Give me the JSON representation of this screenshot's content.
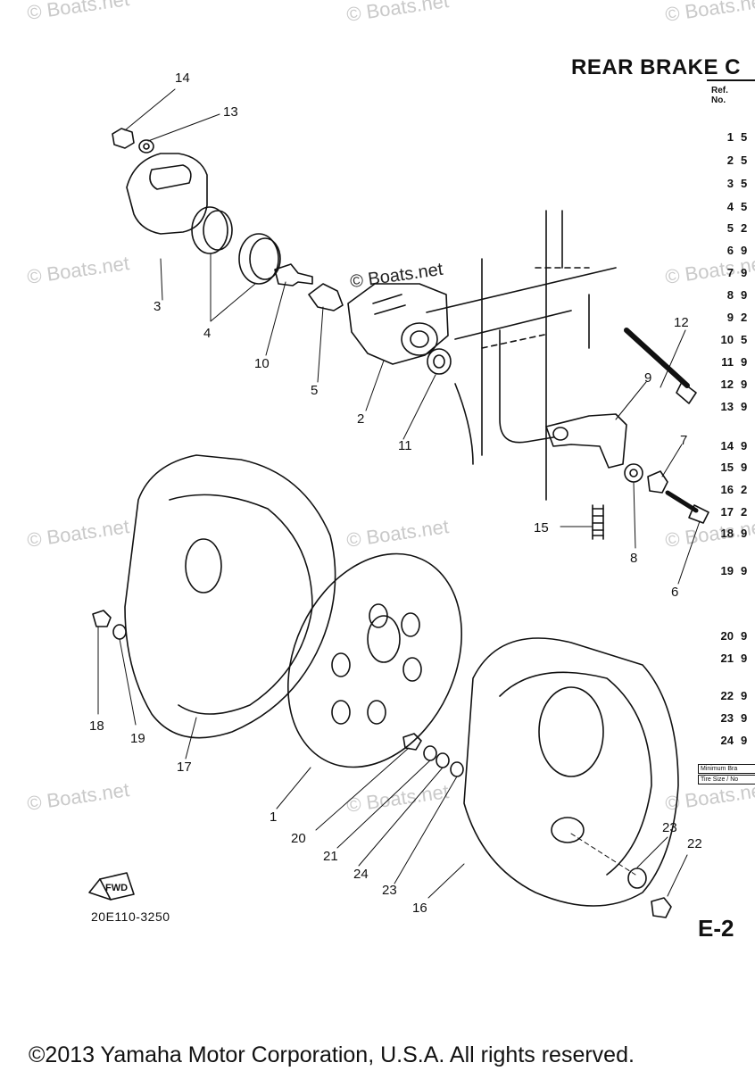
{
  "watermark": "© Boats.net",
  "title": "REAR BRAKE C",
  "ref_header": [
    "Ref.",
    "No."
  ],
  "ref_rows": [
    {
      "n": "1",
      "p": "5"
    },
    {
      "n": "2",
      "p": "5"
    },
    {
      "n": "3",
      "p": "5"
    },
    {
      "n": "4",
      "p": "5"
    },
    {
      "n": "5",
      "p": "2"
    },
    {
      "n": "6",
      "p": "9"
    },
    {
      "n": "7",
      "p": "9"
    },
    {
      "n": "8",
      "p": "9"
    },
    {
      "n": "9",
      "p": "2"
    },
    {
      "n": "10",
      "p": "5"
    },
    {
      "n": "11",
      "p": "9"
    },
    {
      "n": "12",
      "p": "9"
    },
    {
      "n": "13",
      "p": "9"
    },
    {
      "n": "14",
      "p": "9"
    },
    {
      "n": "15",
      "p": "9"
    },
    {
      "n": "16",
      "p": "2"
    },
    {
      "n": "17",
      "p": "2"
    },
    {
      "n": "18",
      "p": "9"
    },
    {
      "n": "19",
      "p": "9"
    },
    {
      "n": "20",
      "p": "9"
    },
    {
      "n": "21",
      "p": "9"
    },
    {
      "n": "22",
      "p": "9"
    },
    {
      "n": "23",
      "p": "9"
    },
    {
      "n": "24",
      "p": "9"
    }
  ],
  "notes": [
    "Minimum Bra",
    "Tire Size / No"
  ],
  "callouts": [
    "14",
    "13",
    "3",
    "4",
    "10",
    "5",
    "2",
    "11",
    "12",
    "9",
    "7",
    "15",
    "8",
    "6",
    "18",
    "19",
    "17",
    "1",
    "20",
    "21",
    "24",
    "23",
    "16",
    "23",
    "22"
  ],
  "fwd_label": "FWD",
  "drawing_code": "20E110-3250",
  "page_id": "E-2",
  "copyright": "©2013 Yamaha Motor Corporation, U.S.A. All rights reserved."
}
